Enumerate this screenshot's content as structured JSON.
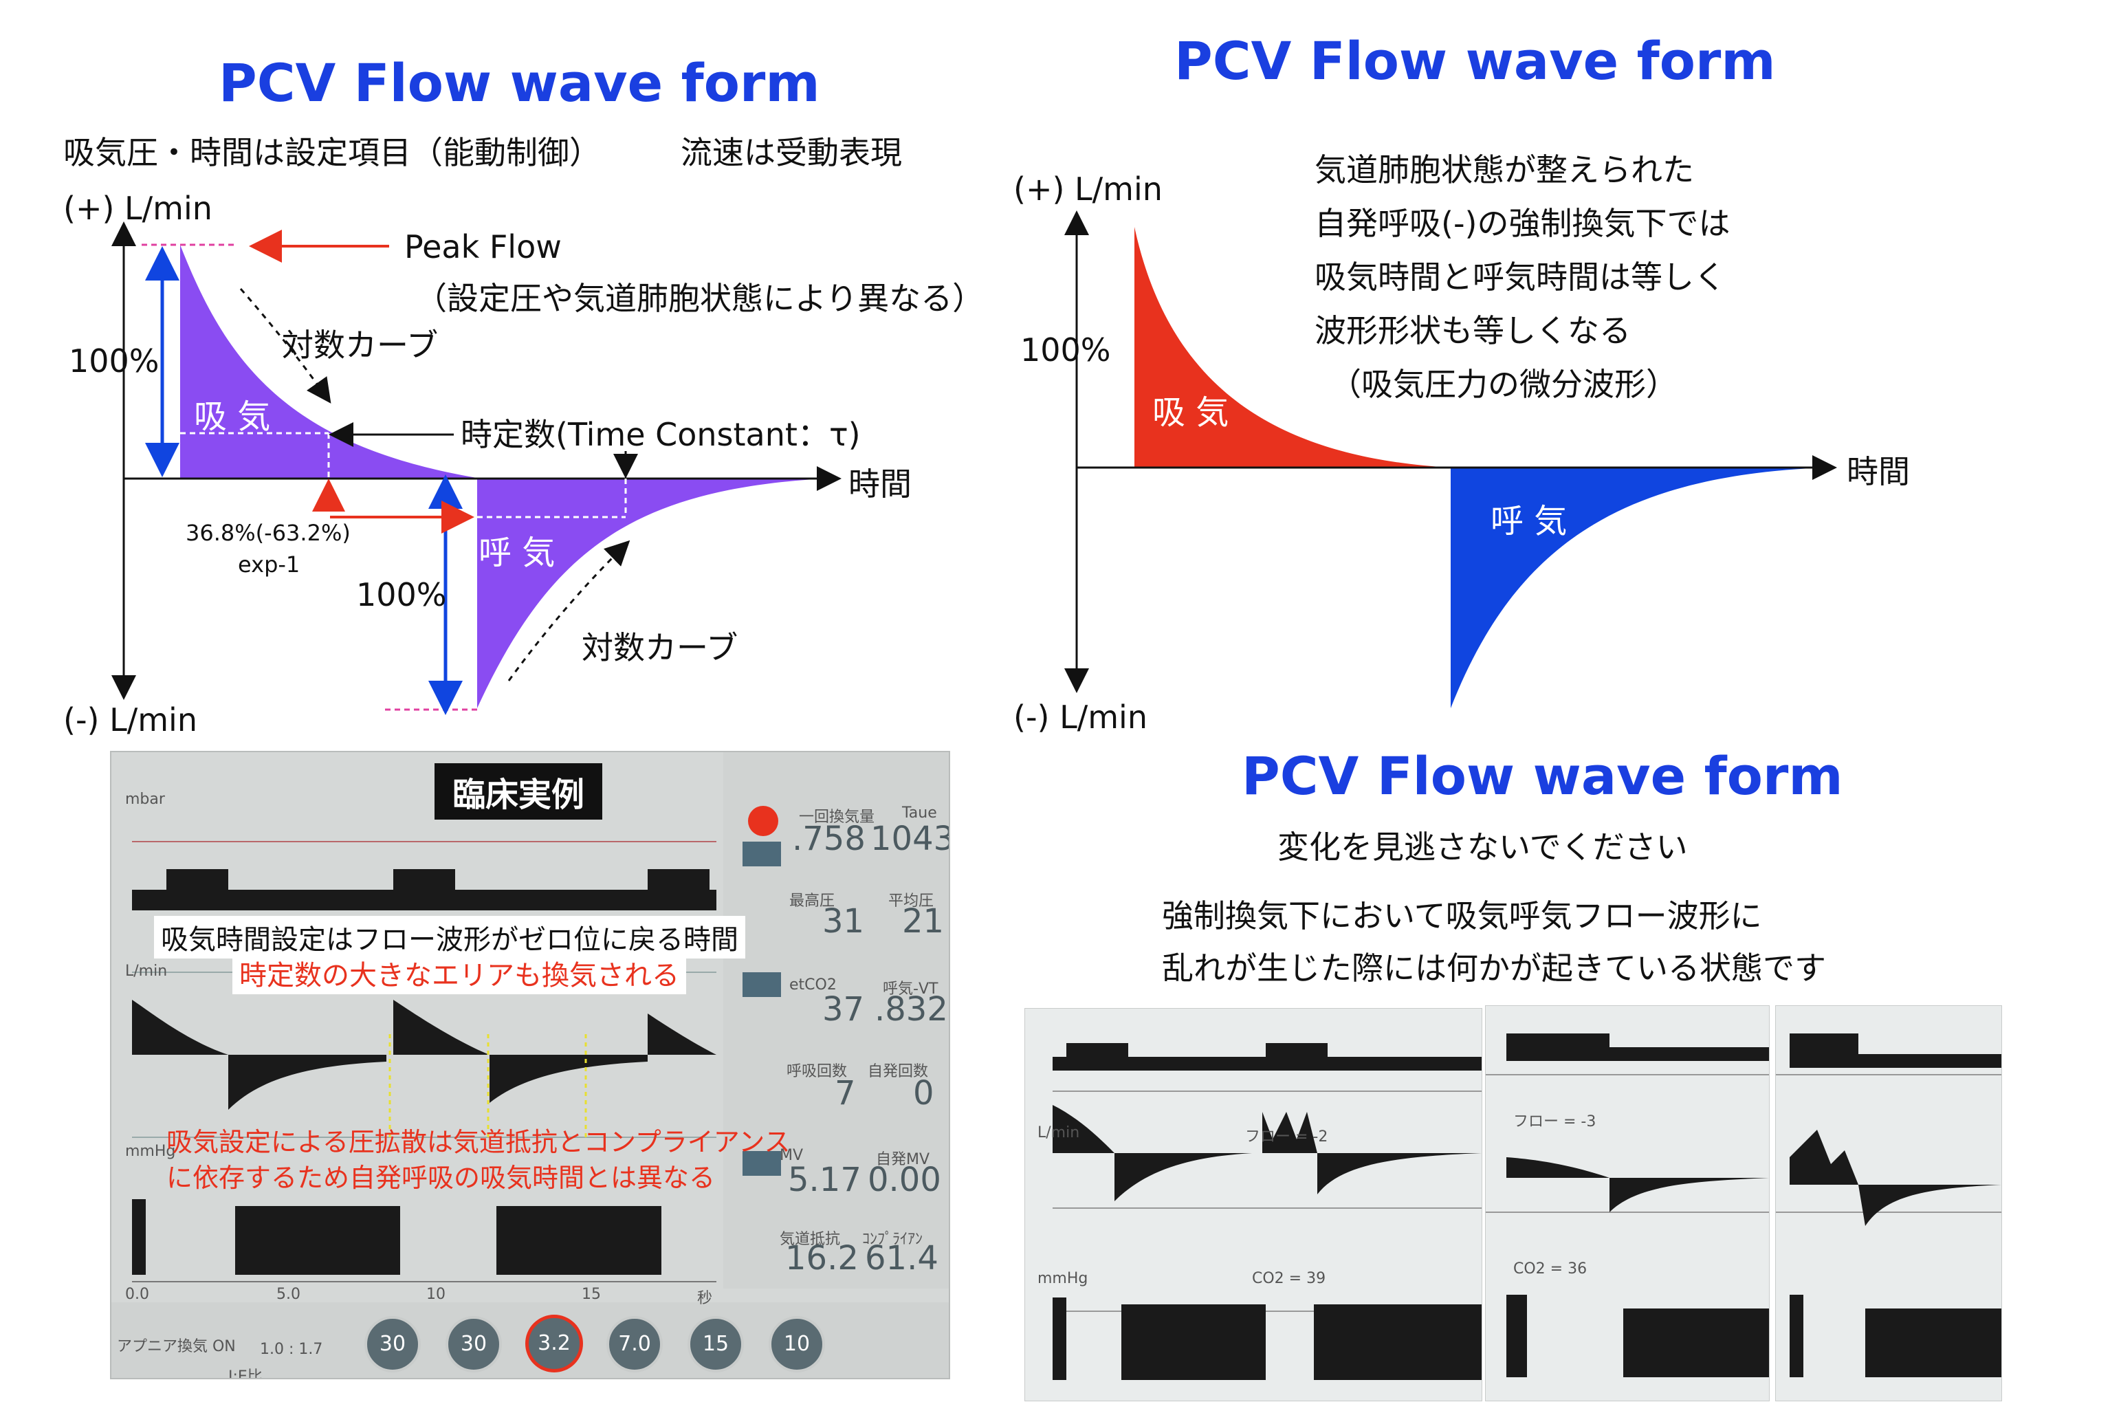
{
  "top_left": {
    "title": "PCV Flow wave form",
    "subtitle_a": "吸気圧・時間は設定項目（能動制御）",
    "subtitle_b": "流速は受動表現",
    "y_pos": "(+) L/min",
    "y_neg": "(-) L/min",
    "x_label": "時間",
    "pct_insp": "100%",
    "pct_exp": "100%",
    "insp_label": "吸 気",
    "exp_label": "呼 気",
    "peak_flow": "Peak Flow",
    "peak_note": "（設定圧や気道肺胞状態により異なる）",
    "log_curve_1": "対数カーブ",
    "log_curve_2": "対数カーブ",
    "time_constant": "時定数(Time Constant：τ)",
    "pct_368": "36.8%(-63.2%)",
    "exp_minus1": "exp-1"
  },
  "top_right": {
    "title": "PCV Flow wave form",
    "y_pos": "(+) L/min",
    "y_neg": "(-) L/min",
    "x_label": "時間",
    "pct": "100%",
    "insp_label": "吸 気",
    "exp_label": "呼 気",
    "desc": [
      "気道肺胞状態が整えられた",
      "自発呼吸(-)の強制換気下では",
      "吸気時間と呼気時間は等しく",
      "波形形状も等しくなる",
      "（吸気圧力の微分波形）"
    ]
  },
  "clinical": {
    "badge": "臨床実例",
    "banner_1": "吸気時間設定はフロー波形がゼロ位に戻る時間",
    "banner_2": "時定数の大きなエリアも換気される",
    "note_1": "吸気設定による圧拡散は気道抵抗とコンプライアンス",
    "note_2": "に依存するため自発呼吸の吸気時間とは異なる",
    "unit_mbar": "mbar",
    "unit_lmin": "L/min",
    "unit_mmhg": "mmHg",
    "lbl_vt": "一回換気量",
    "lbl_taue": "Taue",
    "val_vt": ".758",
    "val_taue": "1043",
    "lbl_peak": "最高圧",
    "lbl_mean": "平均圧",
    "val_peak": "31",
    "val_mean": "21",
    "lbl_etco2": "etCO2",
    "lbl_expvt": "呼気-VT",
    "val_etco2": "37",
    "val_expvt": ".832",
    "lbl_rr": "呼吸回数",
    "lbl_spont": "自発回数",
    "val_rr": "7",
    "val_spont": "0",
    "lbl_mv": "MV",
    "lbl_smv": "自発MV",
    "val_mv": "5.17",
    "val_smv": "0.00",
    "lbl_raw": "気道抵抗",
    "lbl_comp": "ｺﾝﾌﾟﾗｲｱﾝ",
    "val_raw": "16.2",
    "val_comp": "61.4",
    "ie_label": "I:E比",
    "ie_value": "1.0 : 1.7",
    "apnea": "アプニア換気 ON",
    "x_ticks": [
      "0.0",
      "5.0",
      "10",
      "15"
    ],
    "x_unit": "秒",
    "buttons": [
      "30",
      "30",
      "3.2",
      "7.0",
      "15",
      "10"
    ]
  },
  "bottom_right": {
    "title": "PCV Flow wave form",
    "subtitle": "変化を見逃さないでください",
    "desc_1": "強制換気下において吸気呼気フロー波形に",
    "desc_2": "乱れが生じた際には何かが起きている状態です",
    "flow_1": "フロー = -2",
    "flow_2": "フロー = -3",
    "co2_1": "CO2 = 39",
    "co2_2": "CO2 = 36",
    "unit_lmin": "L/min",
    "unit_mmhg": "mmHg"
  },
  "colors": {
    "purple": "#8a4cf2",
    "red": "#e8321e",
    "blue": "#1045e0",
    "title_blue": "#1a3fe0"
  }
}
